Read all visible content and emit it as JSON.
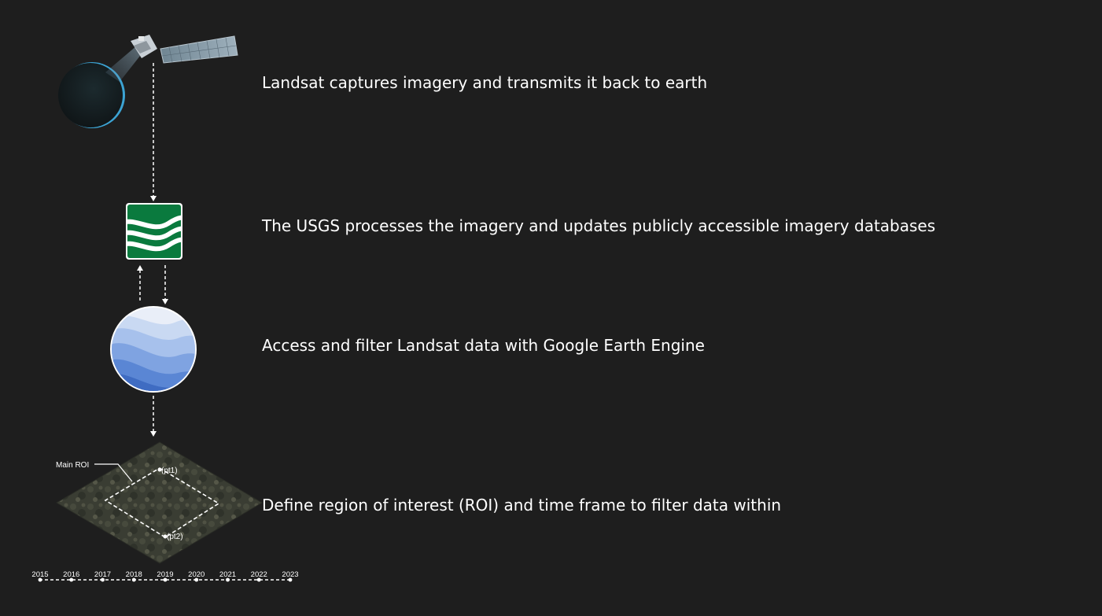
{
  "steps": [
    {
      "icon": "satellite-icon",
      "text": "Landsat captures imagery and transmits it back to earth"
    },
    {
      "icon": "usgs-logo-icon",
      "text": "The USGS processes the imagery and updates publicly accessible imagery databases"
    },
    {
      "icon": "google-earth-engine-icon",
      "text": "Access and filter Landsat data with Google Earth Engine"
    },
    {
      "icon": "roi-map-icon",
      "text": "Define region of interest (ROI) and time frame to filter data within"
    }
  ],
  "roi": {
    "main_label": "Main ROI",
    "point1_label": "(pt1)",
    "point2_label": "(pt2)"
  },
  "timeline": {
    "years": [
      "2015",
      "2016",
      "2017",
      "2018",
      "2019",
      "2020",
      "2021",
      "2022",
      "2023"
    ]
  },
  "colors": {
    "background": "#1e1e1e",
    "text": "#ffffff",
    "usgs_green": "#0a7a3e",
    "earth_engine_blue": "#4a7fd0",
    "atmosphere_cyan": "#3fb3e8"
  }
}
